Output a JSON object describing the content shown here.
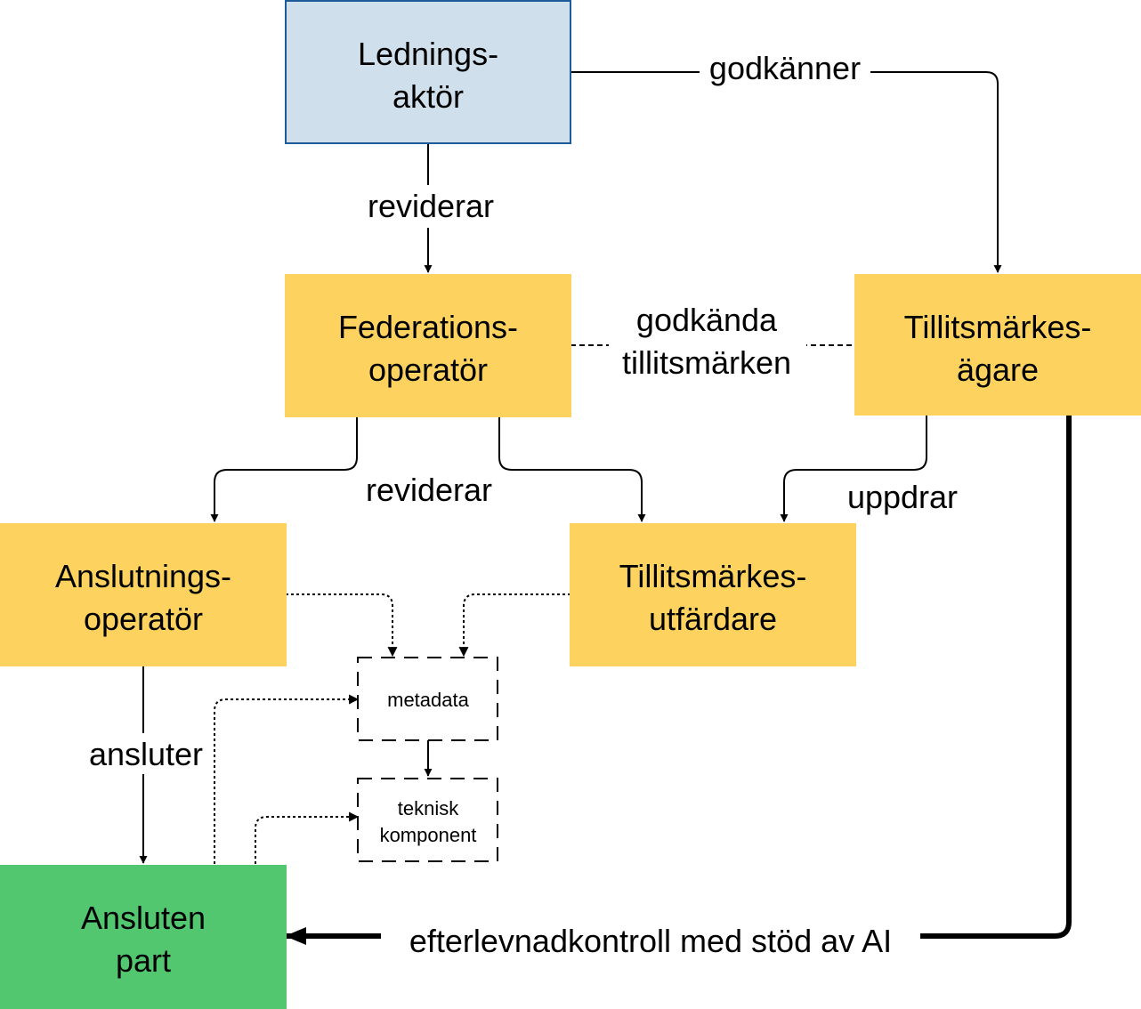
{
  "nodes": {
    "ledningsaktor": {
      "line1": "Lednings-",
      "line2": "aktör",
      "fill": "#cfdfec",
      "stroke": "#1f5b99"
    },
    "federationsoperator": {
      "line1": "Federations-",
      "line2": "operatör",
      "fill": "#fdd25e"
    },
    "tillitsmarkesagare": {
      "line1": "Tillitsmärkes-",
      "line2": "ägare",
      "fill": "#fdd25e"
    },
    "anslutningsoperator": {
      "line1": "Anslutnings-",
      "line2": "operatör",
      "fill": "#fdd25e"
    },
    "tillitsmarkesutfardare": {
      "line1": "Tillitsmärkes-",
      "line2": "utfärdare",
      "fill": "#fdd25e"
    },
    "ansluten_part": {
      "line1": "Ansluten",
      "line2": "part",
      "fill": "#52c76f"
    },
    "metadata": {
      "line1": "metadata"
    },
    "teknisk_komponent": {
      "line1": "teknisk",
      "line2": "komponent"
    }
  },
  "edges": {
    "godkanner": "godkänner",
    "reviderar_top": "reviderar",
    "godkanda_line1": "godkända",
    "godkanda_line2": "tillitsmärken",
    "reviderar_mid": "reviderar",
    "uppdrar": "uppdrar",
    "ansluter": "ansluter",
    "efterlevnad": "efterlevnadkontroll med stöd av AI"
  }
}
